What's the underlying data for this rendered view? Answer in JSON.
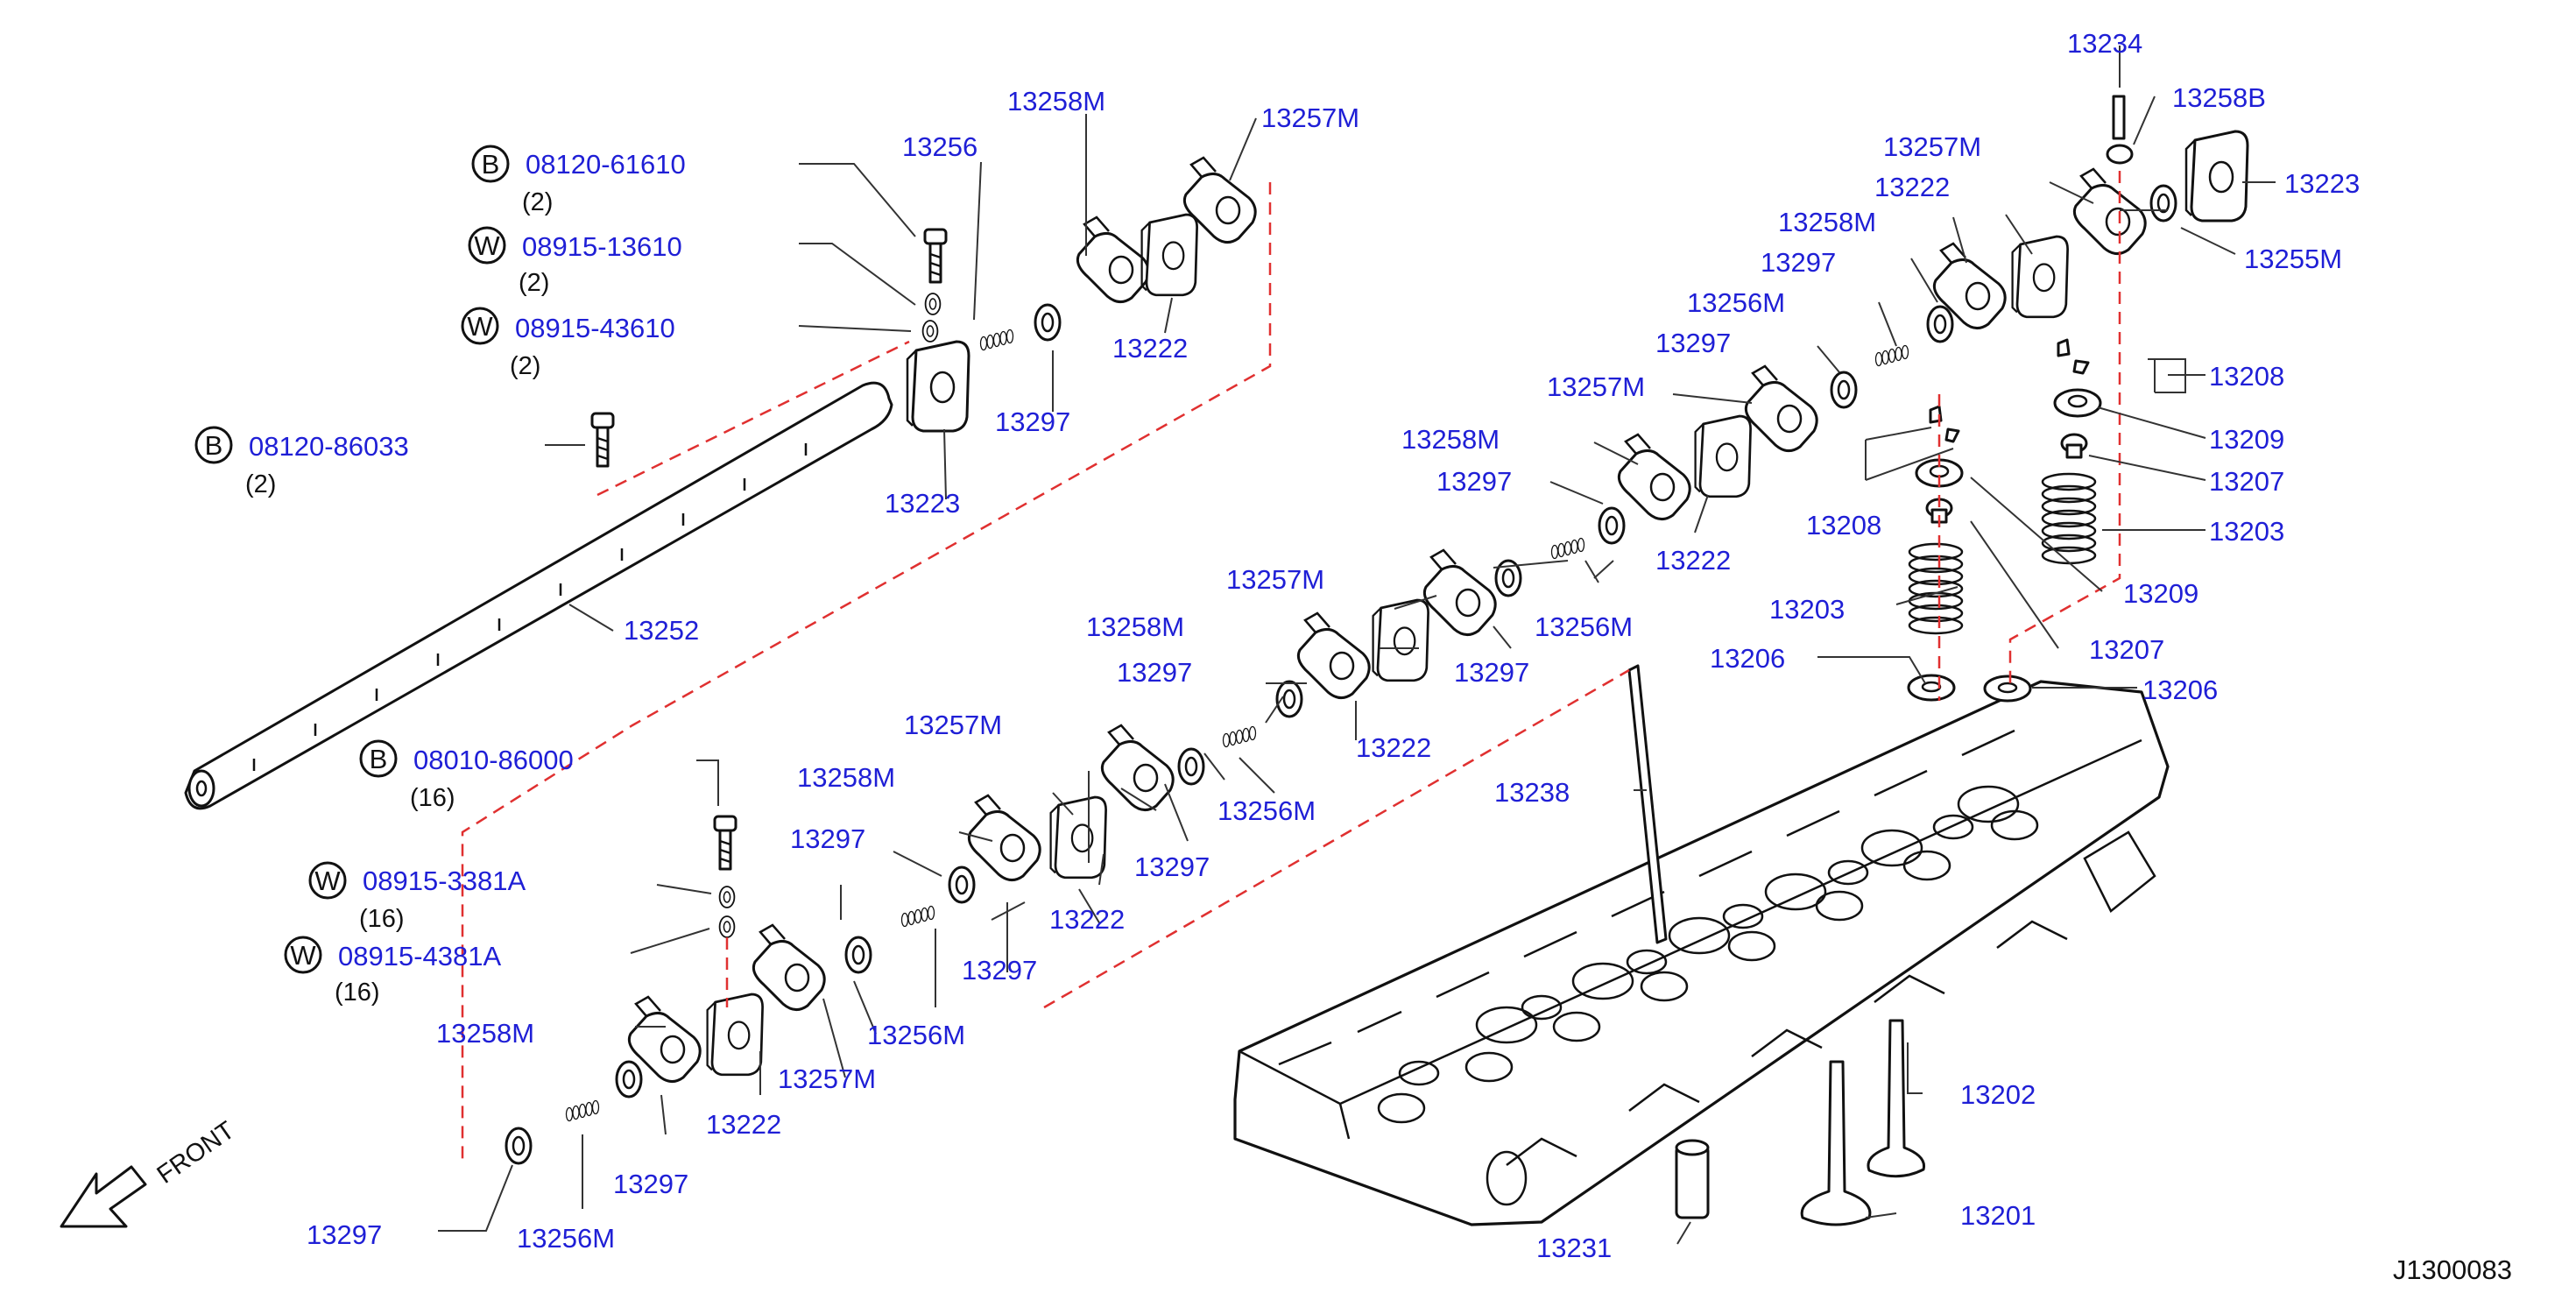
{
  "diagram": {
    "code": "J1300083",
    "front_label": "FRONT",
    "labels": {
      "shaft_left": "13252",
      "bracket_left": "13223",
      "bracket_right": "13223",
      "spring_top": "13256",
      "stud_top": "13234",
      "nut_top": "13258B",
      "washer_top": "13255M",
      "rocker_a1": "13257M",
      "rocker_a2": "13258M",
      "bracket_a": "13222",
      "washer_a": "13297",
      "rocker_b1": "13257M",
      "rocker_b2": "13258M",
      "bracket_b": "13222",
      "washer_b1": "13297",
      "washer_b2": "13297",
      "spring_b": "13256M",
      "rocker_c1": "13257M",
      "rocker_c2": "13258M",
      "bracket_c": "13222",
      "washer_c1": "13297",
      "washer_c2": "13297",
      "spring_c": "13256M",
      "rocker_d1": "13257M",
      "rocker_d2": "13258M",
      "bracket_d": "13222",
      "washer_d1": "13297",
      "washer_d2": "13297",
      "spring_d": "13256M",
      "rocker_e1": "13257M",
      "rocker_e2": "13258M",
      "bracket_e": "13222",
      "washer_e1": "13297",
      "washer_e2": "13297",
      "spring_e": "13256M",
      "rocker_f1": "13257M",
      "rocker_f2": "13258M",
      "bracket_f": "13222",
      "washer_f1": "13297",
      "washer_f2": "13297",
      "spring_f": "13256M",
      "collet_r": "13208",
      "retainer_r": "13209",
      "seal_r": "13207",
      "vspring_r": "13203",
      "collet_l": "13208",
      "retainer_l": "13209",
      "seal_l": "13207",
      "vspring_l": "13203",
      "seat_l": "13206",
      "seat_r": "13206",
      "pushrod": "13238",
      "valve_exh": "13202",
      "valve_int": "13201",
      "guide": "13231"
    },
    "fasteners": [
      {
        "symbol": "B",
        "part": "08120-61610",
        "qty": "(2)"
      },
      {
        "symbol": "W",
        "part": "08915-13610",
        "qty": "(2)"
      },
      {
        "symbol": "W",
        "part": "08915-43610",
        "qty": "(2)"
      },
      {
        "symbol": "B",
        "part": "08120-86033",
        "qty": "(2)"
      },
      {
        "symbol": "B",
        "part": "08010-86000",
        "qty": "(16)"
      },
      {
        "symbol": "W",
        "part": "08915-3381A",
        "qty": "(16)"
      },
      {
        "symbol": "W",
        "part": "08915-4381A",
        "qty": "(16)"
      }
    ]
  }
}
